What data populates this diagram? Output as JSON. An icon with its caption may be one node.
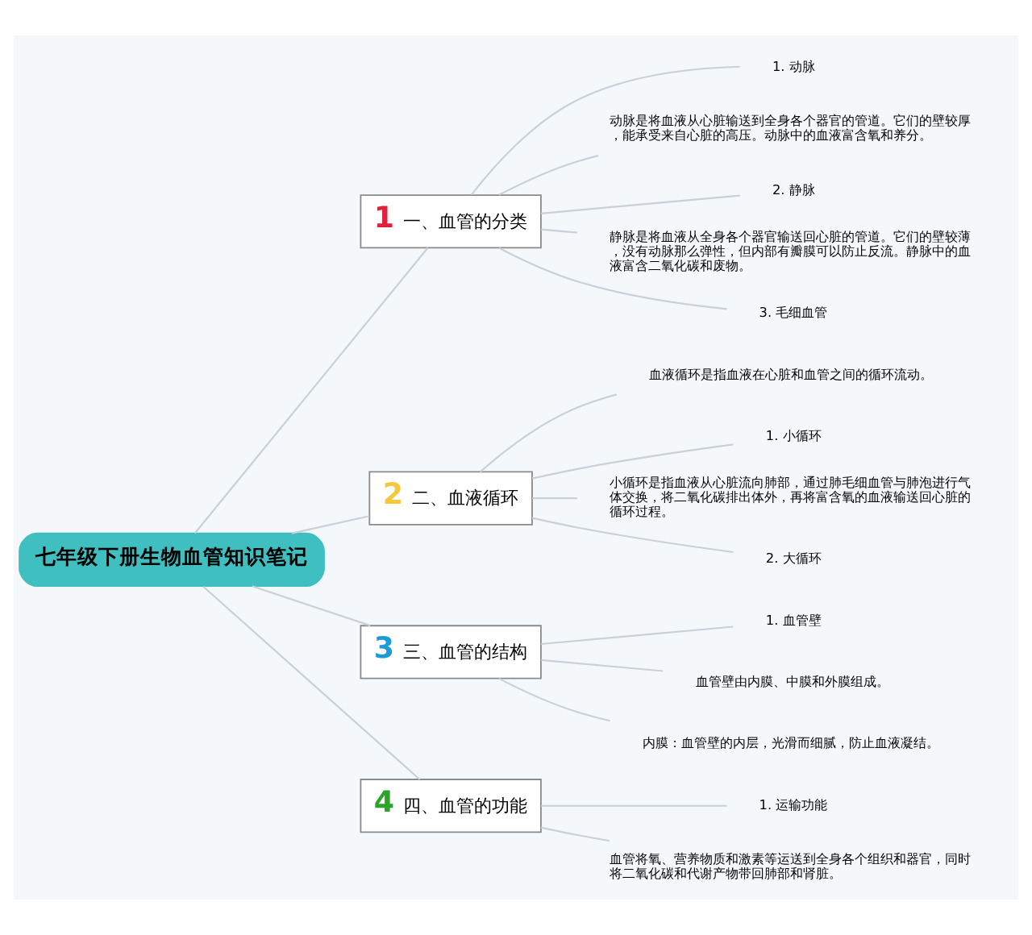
{
  "diagram": {
    "nodes": [
      {
        "text": [
          "七年级下册生物血管知识笔记"
        ]
      },
      {
        "text": [
          "1",
          "一、血管的分类"
        ]
      },
      {
        "text": [
          "1. 动脉"
        ]
      },
      {
        "text": [
          "动脉是将血液从心脏输送到全身各个器官的管道。它们的壁较厚，能承受来自心脏的高压。动脉中的血液富含氧和养分。"
        ]
      },
      {
        "text": [
          "2. 静脉"
        ]
      },
      {
        "text": [
          "静脉是将血液从全身各个器官输送回心脏的管道。它们的壁较薄，没有动脉那么弹性，但内部有瓣膜可以防止反流。静脉中的血液富含二氧化碳和废物。"
        ]
      },
      {
        "text": [
          "3. 毛细血管"
        ]
      },
      {
        "text": [
          "2",
          "二、血液循环"
        ]
      },
      {
        "text": [
          "血液循环是指血液在心脏和血管之间的循环流动。"
        ]
      },
      {
        "text": [
          "1. 小循环"
        ]
      },
      {
        "text": [
          "小循环是指血液从心脏流向肺部，通过肺毛细血管与肺泡进行气体交换，将二氧化碳排出体外，再将富含氧的血液输送回心脏的循环过程。"
        ]
      },
      {
        "text": [
          "2. 大循环"
        ]
      },
      {
        "text": [
          "3",
          "三、血管的结构"
        ]
      },
      {
        "text": [
          "1. 血管壁"
        ]
      },
      {
        "text": [
          "血管壁由内膜、中膜和外膜组成。"
        ]
      },
      {
        "text": [
          "内膜：血管壁的内层，光滑而细腻，防止血液凝结。"
        ]
      },
      {
        "text": [
          "4",
          "四、血管的功能"
        ]
      },
      {
        "text": [
          "1. 运输功能"
        ]
      },
      {
        "text": [
          "血管将氧、营养物质和激素等运送到全身各个组织和器官，同时将二氧化碳和代谢产物带回肺部和肾脏。"
        ]
      }
    ],
    "edges": [
      {
        "from": 0,
        "to": 1,
        "arrow": "none"
      },
      {
        "from": 1,
        "to": 2,
        "arrow": "none"
      },
      {
        "from": 1,
        "to": 3,
        "arrow": "none"
      },
      {
        "from": 1,
        "to": 4,
        "arrow": "none"
      },
      {
        "from": 1,
        "to": 5,
        "arrow": "none"
      },
      {
        "from": 1,
        "to": 6,
        "arrow": "none"
      },
      {
        "from": 0,
        "to": 7,
        "arrow": "none"
      },
      {
        "from": 7,
        "to": 8,
        "arrow": "none"
      },
      {
        "from": 7,
        "to": 9,
        "arrow": "none"
      },
      {
        "from": 7,
        "to": 10,
        "arrow": "none"
      },
      {
        "from": 7,
        "to": 11,
        "arrow": "none"
      },
      {
        "from": 0,
        "to": 12,
        "arrow": "none"
      },
      {
        "from": 12,
        "to": 13,
        "arrow": "none"
      },
      {
        "from": 12,
        "to": 14,
        "arrow": "none"
      },
      {
        "from": 12,
        "to": 15,
        "arrow": "none"
      },
      {
        "from": 0,
        "to": 16,
        "arrow": "none"
      },
      {
        "from": 16,
        "to": 17,
        "arrow": "none"
      },
      {
        "from": 16,
        "to": 18,
        "arrow": "none"
      }
    ]
  }
}
